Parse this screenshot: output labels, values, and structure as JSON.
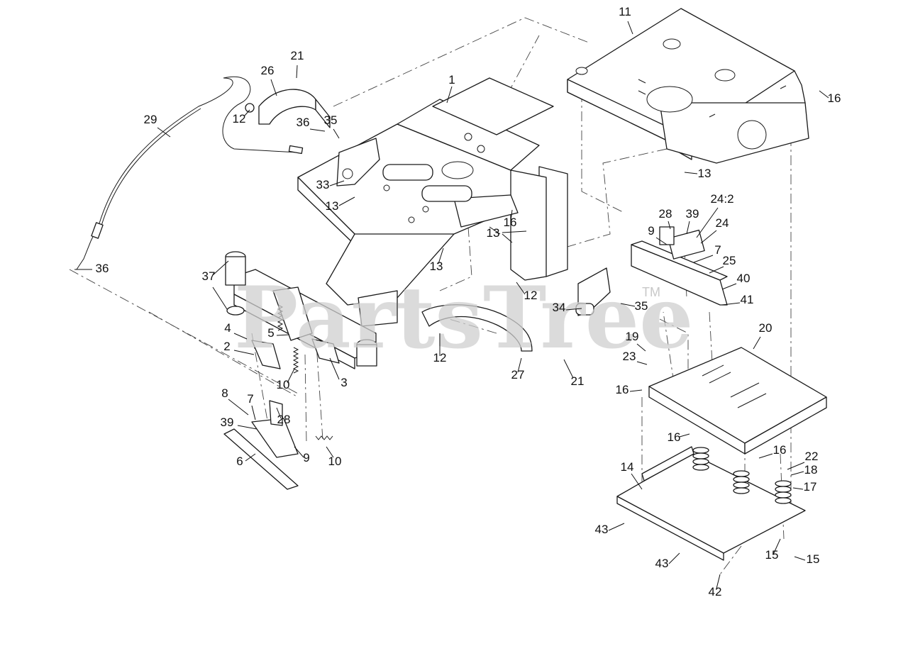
{
  "watermark": {
    "text": "PartsTree",
    "tm": "TM"
  },
  "callouts": [
    {
      "text": "1"
    },
    {
      "text": "2"
    },
    {
      "text": "3"
    },
    {
      "text": "4"
    },
    {
      "text": "5"
    },
    {
      "text": "6"
    },
    {
      "text": "7"
    },
    {
      "text": "7"
    },
    {
      "text": "8"
    },
    {
      "text": "9"
    },
    {
      "text": "9"
    },
    {
      "text": "10"
    },
    {
      "text": "10"
    },
    {
      "text": "11"
    },
    {
      "text": "12"
    },
    {
      "text": "12"
    },
    {
      "text": "12"
    },
    {
      "text": "13"
    },
    {
      "text": "13"
    },
    {
      "text": "13"
    },
    {
      "text": "13"
    },
    {
      "text": "14"
    },
    {
      "text": "15"
    },
    {
      "text": "15"
    },
    {
      "text": "16"
    },
    {
      "text": "16"
    },
    {
      "text": "16"
    },
    {
      "text": "16"
    },
    {
      "text": "16"
    },
    {
      "text": "17"
    },
    {
      "text": "18"
    },
    {
      "text": "19"
    },
    {
      "text": "20"
    },
    {
      "text": "21"
    },
    {
      "text": "21"
    },
    {
      "text": "22"
    },
    {
      "text": "23"
    },
    {
      "text": "24"
    },
    {
      "text": "24:2"
    },
    {
      "text": "25"
    },
    {
      "text": "26"
    },
    {
      "text": "27"
    },
    {
      "text": "28"
    },
    {
      "text": "28"
    },
    {
      "text": "29"
    },
    {
      "text": "33"
    },
    {
      "text": "34"
    },
    {
      "text": "35"
    },
    {
      "text": "35"
    },
    {
      "text": "36"
    },
    {
      "text": "36"
    },
    {
      "text": "37"
    },
    {
      "text": "39"
    },
    {
      "text": "39"
    },
    {
      "text": "40"
    },
    {
      "text": "41"
    },
    {
      "text": "42"
    },
    {
      "text": "43"
    },
    {
      "text": "43"
    }
  ]
}
